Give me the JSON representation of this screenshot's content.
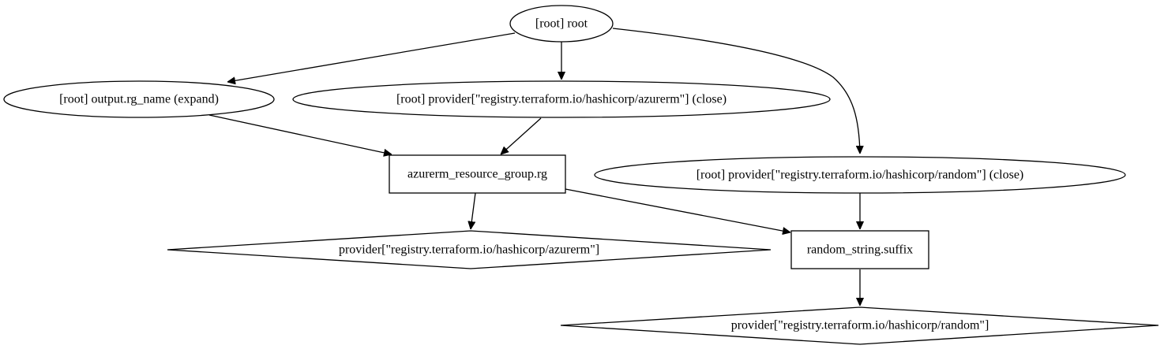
{
  "graph": {
    "nodes": {
      "root": "[root] root",
      "output_rg_name": "[root] output.rg_name (expand)",
      "provider_azurerm_close": "[root] provider[\"registry.terraform.io/hashicorp/azurerm\"] (close)",
      "resource_group": "azurerm_resource_group.rg",
      "provider_random_close": "[root] provider[\"registry.terraform.io/hashicorp/random\"] (close)",
      "provider_azurerm": "provider[\"registry.terraform.io/hashicorp/azurerm\"]",
      "random_string": "random_string.suffix",
      "provider_random": "provider[\"registry.terraform.io/hashicorp/random\"]"
    },
    "edges": [
      {
        "from": "root",
        "to": "output_rg_name"
      },
      {
        "from": "root",
        "to": "provider_azurerm_close"
      },
      {
        "from": "root",
        "to": "provider_random_close"
      },
      {
        "from": "output_rg_name",
        "to": "resource_group"
      },
      {
        "from": "provider_azurerm_close",
        "to": "resource_group"
      },
      {
        "from": "resource_group",
        "to": "provider_azurerm"
      },
      {
        "from": "resource_group",
        "to": "random_string"
      },
      {
        "from": "provider_random_close",
        "to": "random_string"
      },
      {
        "from": "random_string",
        "to": "provider_random"
      }
    ]
  }
}
